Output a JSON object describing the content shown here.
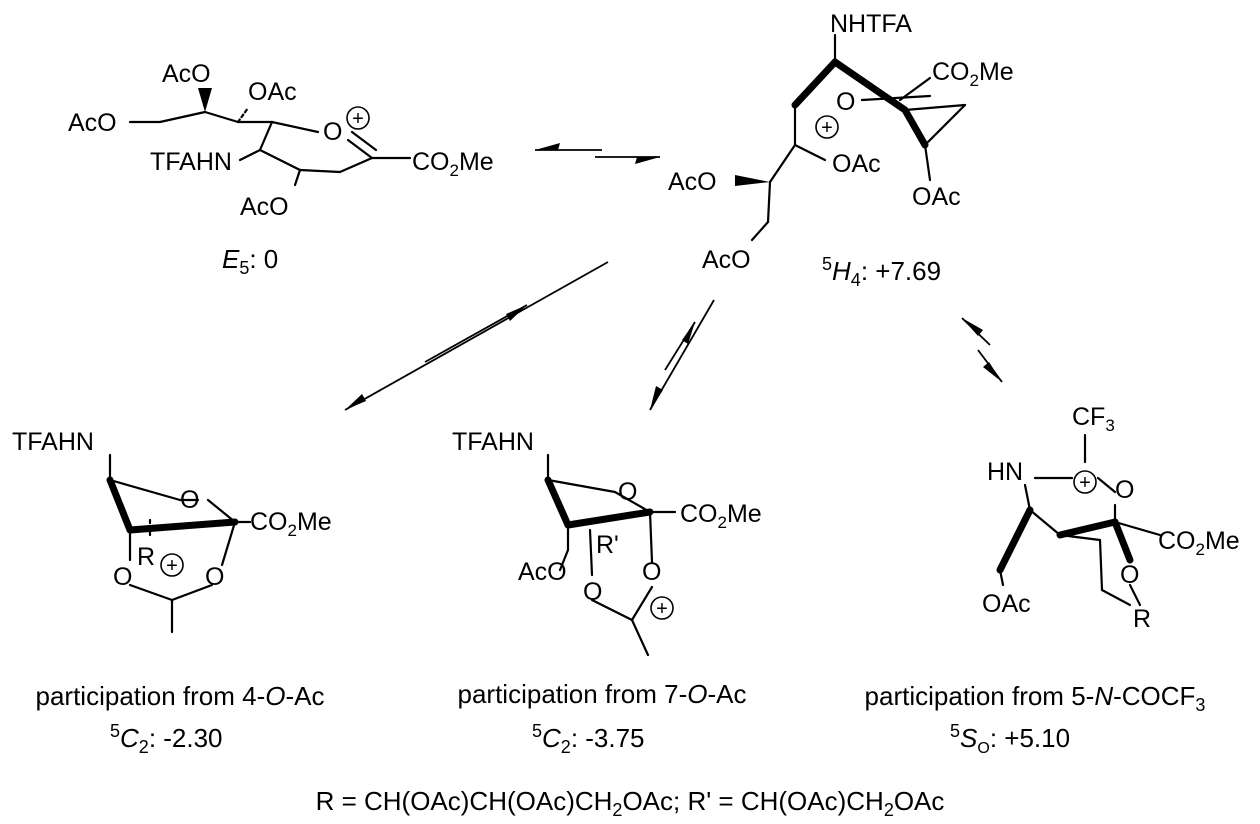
{
  "structures": {
    "e5": {
      "labels": {
        "aco_top": "AcO",
        "oac_top": "OAc",
        "aco_left": "AcO",
        "tfahn": "TFAHN",
        "ring_o": "O",
        "co2me_prefix": "CO",
        "co2me_sub": "2",
        "co2me_suffix": "Me",
        "aco_bottom": "AcO",
        "charge": "+"
      },
      "energy": {
        "symbol": "E",
        "subscript": "5",
        "value": ": 0"
      }
    },
    "h4": {
      "labels": {
        "nhtfa": "NHTFA",
        "co2me_prefix": "CO",
        "co2me_sub": "2",
        "co2me_suffix": "Me",
        "ring_o": "O",
        "oac_mid": "OAc",
        "aco_left": "AcO",
        "oac_right": "OAc",
        "aco_bottom": "AcO",
        "charge": "+"
      },
      "energy": {
        "superscript": "5",
        "symbol": "H",
        "subscript": "4",
        "value": ": +7.69"
      }
    },
    "c2_4oac": {
      "labels": {
        "tfahn": "TFAHN",
        "ring_o": "O",
        "co2me_prefix": "CO",
        "co2me_sub": "2",
        "co2me_suffix": "Me",
        "r": "R",
        "o_left": "O",
        "o_right": "O",
        "charge": "+"
      },
      "caption": {
        "prefix": "participation from 4-",
        "italic": "O",
        "suffix": "-Ac"
      },
      "energy": {
        "superscript": "5",
        "symbol": "C",
        "subscript": "2",
        "value": ": -2.30"
      }
    },
    "c2_7oac": {
      "labels": {
        "tfahn": "TFAHN",
        "ring_o": "O",
        "co2me_prefix": "CO",
        "co2me_sub": "2",
        "co2me_suffix": "Me",
        "r_prime": "R'",
        "aco": "AcO",
        "o_right": "O",
        "o_bottom": "O",
        "charge": "+"
      },
      "caption": {
        "prefix": "participation from 7-",
        "italic": "O",
        "suffix": "-Ac"
      },
      "energy": {
        "superscript": "5",
        "symbol": "C",
        "subscript": "2",
        "value": ": -3.75"
      }
    },
    "so_5n": {
      "labels": {
        "cf3_prefix": "CF",
        "cf3_sub": "3",
        "hn": "HN",
        "o_top": "O",
        "co2me_prefix": "CO",
        "co2me_sub": "2",
        "co2me_suffix": "Me",
        "o_ring": "O",
        "oac": "OAc",
        "r": "R",
        "charge": "+"
      },
      "caption": {
        "prefix": "participation from 5-",
        "italic": "N",
        "suffix": "-COCF",
        "sub": "3"
      },
      "energy": {
        "superscript": "5",
        "symbol": "S",
        "subscript": "O",
        "value": ": +5.10"
      }
    }
  },
  "footnote": {
    "p1": "R = CH(OAc)CH(OAc)CH",
    "s1": "2",
    "p2": "OAc; R' = CH(OAc)CH",
    "s2": "2",
    "p3": "OAc"
  }
}
